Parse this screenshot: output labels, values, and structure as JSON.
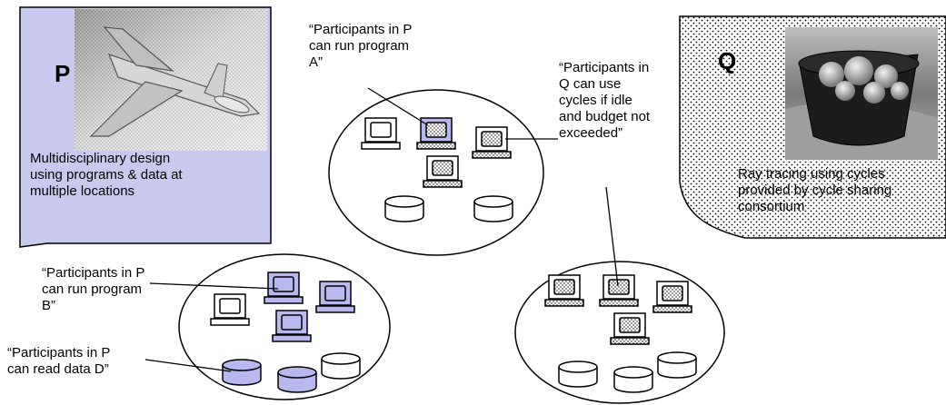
{
  "org_p": {
    "letter": "P",
    "caption": "Multidisciplinary design\nusing programs & data at\nmultiple locations",
    "fill_color": "#c9c9f0"
  },
  "org_q": {
    "letter": "Q",
    "caption": "Ray tracing using cycles\nprovided by cycle sharing\nconsortium"
  },
  "annotations": {
    "run_program_a": "“Participants in P\ncan run program\nA”",
    "use_cycles": "“Participants in\nQ can use\ncycles if idle\nand budget not\nexceeded”",
    "run_program_b": "“Participants in P\ncan run program\nB”",
    "read_data_d": "“Participants in P\ncan read data D”"
  },
  "colors": {
    "p_resource": "#b8b8ee",
    "q_resource_dots": "#000000",
    "outline": "#000000"
  },
  "icons": {
    "computer": "computer-icon",
    "database": "database-cylinder-icon"
  }
}
